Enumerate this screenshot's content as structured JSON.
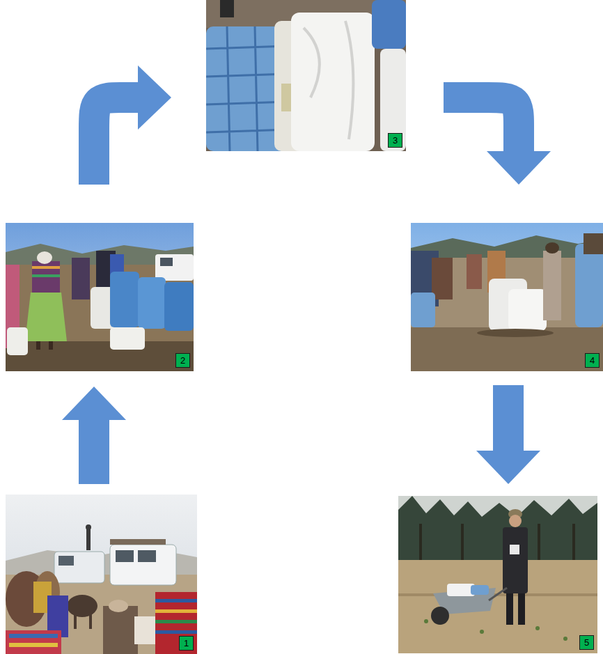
{
  "diagram": {
    "nodes": [
      {
        "text": [
          "1"
        ]
      },
      {
        "text": [
          "2"
        ]
      },
      {
        "text": [
          "3"
        ]
      },
      {
        "text": [
          "4"
        ]
      },
      {
        "text": [
          "5"
        ]
      }
    ],
    "edges": [
      {
        "from": 0,
        "to": 1,
        "arrow": "to"
      },
      {
        "from": 1,
        "to": 2,
        "arrow": "to"
      },
      {
        "from": 2,
        "to": 3,
        "arrow": "to"
      },
      {
        "from": 3,
        "to": 4,
        "arrow": "to"
      }
    ]
  }
}
